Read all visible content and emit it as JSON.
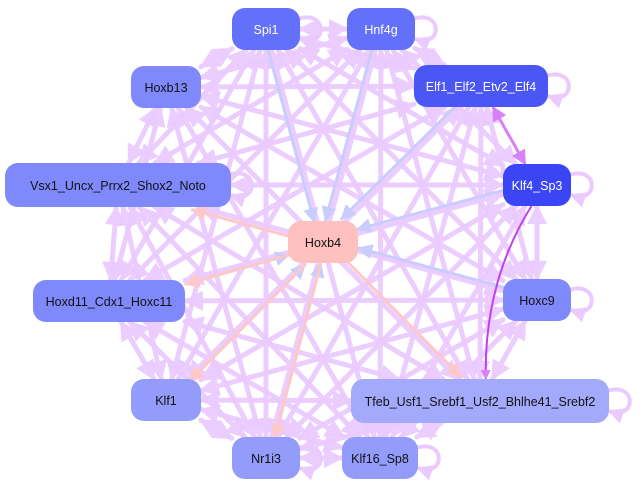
{
  "diagram": {
    "type": "directed-network",
    "center_node": "Hoxb4",
    "nodes": [
      {
        "id": "Spi1",
        "label": "Spi1",
        "fill": "#6270fa",
        "text_color": "#ffffff"
      },
      {
        "id": "Hnf4g",
        "label": "Hnf4g",
        "fill": "#6270fa",
        "text_color": "#ffffff"
      },
      {
        "id": "Hoxb13",
        "label": "Hoxb13",
        "fill": "#7f89fb",
        "text_color": "#111111"
      },
      {
        "id": "Elf1_Elf2_Etv2_Elf4",
        "label": "Elf1_Elf2_Etv2_Elf4",
        "fill": "#4b56f7",
        "text_color": "#ffffff"
      },
      {
        "id": "Vsx1_Uncx_Prrx2_Shox2_Noto",
        "label": "Vsx1_Uncx_Prrx2_Shox2_Noto",
        "fill": "#7f89fb",
        "text_color": "#111111"
      },
      {
        "id": "Klf4_Sp3",
        "label": "Klf4_Sp3",
        "fill": "#3a45f6",
        "text_color": "#ffffff"
      },
      {
        "id": "Hoxb4",
        "label": "Hoxb4",
        "fill": "#ffc0c0",
        "text_color": "#111111"
      },
      {
        "id": "Hoxd11_Cdx1_Hoxc11",
        "label": "Hoxd11_Cdx1_Hoxc11",
        "fill": "#7f89fb",
        "text_color": "#111111"
      },
      {
        "id": "Hoxc9",
        "label": "Hoxc9",
        "fill": "#7f89fb",
        "text_color": "#111111"
      },
      {
        "id": "Klf1",
        "label": "Klf1",
        "fill": "#939cfb",
        "text_color": "#111111"
      },
      {
        "id": "Tfeb_Usf1_Srebf1_Usf2_Bhlhe41_Srebf2",
        "label": "Tfeb_Usf1_Srebf1_Usf2_Bhlhe41_Srebf2",
        "fill": "#a3aafb",
        "text_color": "#111111"
      },
      {
        "id": "Nr1i3",
        "label": "Nr1i3",
        "fill": "#939cfb",
        "text_color": "#111111"
      },
      {
        "id": "Klf16_Sp8",
        "label": "Klf16_Sp8",
        "fill": "#939cfb",
        "text_color": "#111111"
      }
    ],
    "edge_colors": {
      "default": "#ebcbff",
      "to_center": "#c8cdfd",
      "from_center": "#ffc8c8",
      "strong": "#c040f0",
      "strong_light": "#d880f8"
    },
    "self_loops": [
      "Spi1",
      "Hnf4g",
      "Elf1_Elf2_Etv2_Elf4",
      "Klf4_Sp3",
      "Hoxc9",
      "Tfeb_Usf1_Srebf1_Usf2_Bhlhe41_Srebf2",
      "Nr1i3",
      "Klf16_Sp8",
      "Vsx1_Uncx_Prrx2_Shox2_Noto"
    ],
    "edges_to_center": [
      "Spi1",
      "Hnf4g",
      "Elf1_Elf2_Etv2_Elf4",
      "Klf4_Sp3",
      "Hoxc9",
      "Nr1i3",
      "Klf1",
      "Hoxd11_Cdx1_Hoxc11"
    ],
    "edges_from_center": [
      "Vsx1_Uncx_Prrx2_Shox2_Noto",
      "Hoxd11_Cdx1_Hoxc11",
      "Klf1",
      "Nr1i3",
      "Tfeb_Usf1_Srebf1_Usf2_Bhlhe41_Srebf2"
    ],
    "strong_edges": [
      {
        "source": "Klf4_Sp3",
        "target": "Tfeb_Usf1_Srebf1_Usf2_Bhlhe41_Srebf2"
      },
      {
        "source": "Klf4_Sp3",
        "target": "Elf1_Elf2_Etv2_Elf4"
      }
    ],
    "peripheral_edges": [
      [
        "Spi1",
        "Hnf4g"
      ],
      [
        "Spi1",
        "Hoxb13"
      ],
      [
        "Spi1",
        "Elf1_Elf2_Etv2_Elf4"
      ],
      [
        "Spi1",
        "Vsx1_Uncx_Prrx2_Shox2_Noto"
      ],
      [
        "Spi1",
        "Klf4_Sp3"
      ],
      [
        "Spi1",
        "Hoxc9"
      ],
      [
        "Spi1",
        "Tfeb_Usf1_Srebf1_Usf2_Bhlhe41_Srebf2"
      ],
      [
        "Spi1",
        "Klf16_Sp8"
      ],
      [
        "Spi1",
        "Nr1i3"
      ],
      [
        "Spi1",
        "Klf1"
      ],
      [
        "Spi1",
        "Hoxd11_Cdx1_Hoxc11"
      ],
      [
        "Hnf4g",
        "Hoxb13"
      ],
      [
        "Hnf4g",
        "Elf1_Elf2_Etv2_Elf4"
      ],
      [
        "Hnf4g",
        "Vsx1_Uncx_Prrx2_Shox2_Noto"
      ],
      [
        "Hnf4g",
        "Klf4_Sp3"
      ],
      [
        "Hnf4g",
        "Hoxc9"
      ],
      [
        "Hnf4g",
        "Tfeb_Usf1_Srebf1_Usf2_Bhlhe41_Srebf2"
      ],
      [
        "Hnf4g",
        "Klf16_Sp8"
      ],
      [
        "Hnf4g",
        "Nr1i3"
      ],
      [
        "Hnf4g",
        "Klf1"
      ],
      [
        "Hnf4g",
        "Hoxd11_Cdx1_Hoxc11"
      ],
      [
        "Hoxb13",
        "Elf1_Elf2_Etv2_Elf4"
      ],
      [
        "Hoxb13",
        "Vsx1_Uncx_Prrx2_Shox2_Noto"
      ],
      [
        "Hoxb13",
        "Klf4_Sp3"
      ],
      [
        "Hoxb13",
        "Hoxc9"
      ],
      [
        "Hoxb13",
        "Tfeb_Usf1_Srebf1_Usf2_Bhlhe41_Srebf2"
      ],
      [
        "Hoxb13",
        "Klf16_Sp8"
      ],
      [
        "Hoxb13",
        "Nr1i3"
      ],
      [
        "Hoxb13",
        "Hoxd11_Cdx1_Hoxc11"
      ],
      [
        "Elf1_Elf2_Etv2_Elf4",
        "Vsx1_Uncx_Prrx2_Shox2_Noto"
      ],
      [
        "Elf1_Elf2_Etv2_Elf4",
        "Hoxc9"
      ],
      [
        "Elf1_Elf2_Etv2_Elf4",
        "Tfeb_Usf1_Srebf1_Usf2_Bhlhe41_Srebf2"
      ],
      [
        "Elf1_Elf2_Etv2_Elf4",
        "Klf16_Sp8"
      ],
      [
        "Elf1_Elf2_Etv2_Elf4",
        "Nr1i3"
      ],
      [
        "Elf1_Elf2_Etv2_Elf4",
        "Klf1"
      ],
      [
        "Elf1_Elf2_Etv2_Elf4",
        "Hoxd11_Cdx1_Hoxc11"
      ],
      [
        "Vsx1_Uncx_Prrx2_Shox2_Noto",
        "Klf4_Sp3"
      ],
      [
        "Vsx1_Uncx_Prrx2_Shox2_Noto",
        "Hoxc9"
      ],
      [
        "Vsx1_Uncx_Prrx2_Shox2_Noto",
        "Tfeb_Usf1_Srebf1_Usf2_Bhlhe41_Srebf2"
      ],
      [
        "Vsx1_Uncx_Prrx2_Shox2_Noto",
        "Klf16_Sp8"
      ],
      [
        "Vsx1_Uncx_Prrx2_Shox2_Noto",
        "Nr1i3"
      ],
      [
        "Vsx1_Uncx_Prrx2_Shox2_Noto",
        "Klf1"
      ],
      [
        "Vsx1_Uncx_Prrx2_Shox2_Noto",
        "Hoxd11_Cdx1_Hoxc11"
      ],
      [
        "Klf4_Sp3",
        "Hoxc9"
      ],
      [
        "Klf4_Sp3",
        "Klf16_Sp8"
      ],
      [
        "Klf4_Sp3",
        "Nr1i3"
      ],
      [
        "Klf4_Sp3",
        "Klf1"
      ],
      [
        "Klf4_Sp3",
        "Hoxd11_Cdx1_Hoxc11"
      ],
      [
        "Hoxc9",
        "Tfeb_Usf1_Srebf1_Usf2_Bhlhe41_Srebf2"
      ],
      [
        "Hoxc9",
        "Klf16_Sp8"
      ],
      [
        "Hoxc9",
        "Nr1i3"
      ],
      [
        "Hoxc9",
        "Klf1"
      ],
      [
        "Hoxc9",
        "Hoxd11_Cdx1_Hoxc11"
      ],
      [
        "Tfeb_Usf1_Srebf1_Usf2_Bhlhe41_Srebf2",
        "Klf16_Sp8"
      ],
      [
        "Tfeb_Usf1_Srebf1_Usf2_Bhlhe41_Srebf2",
        "Nr1i3"
      ],
      [
        "Tfeb_Usf1_Srebf1_Usf2_Bhlhe41_Srebf2",
        "Klf1"
      ],
      [
        "Tfeb_Usf1_Srebf1_Usf2_Bhlhe41_Srebf2",
        "Hoxd11_Cdx1_Hoxc11"
      ],
      [
        "Klf16_Sp8",
        "Nr1i3"
      ],
      [
        "Klf16_Sp8",
        "Klf1"
      ],
      [
        "Klf16_Sp8",
        "Hoxd11_Cdx1_Hoxc11"
      ],
      [
        "Nr1i3",
        "Klf1"
      ],
      [
        "Nr1i3",
        "Hoxd11_Cdx1_Hoxc11"
      ],
      [
        "Klf1",
        "Hoxd11_Cdx1_Hoxc11"
      ]
    ]
  }
}
